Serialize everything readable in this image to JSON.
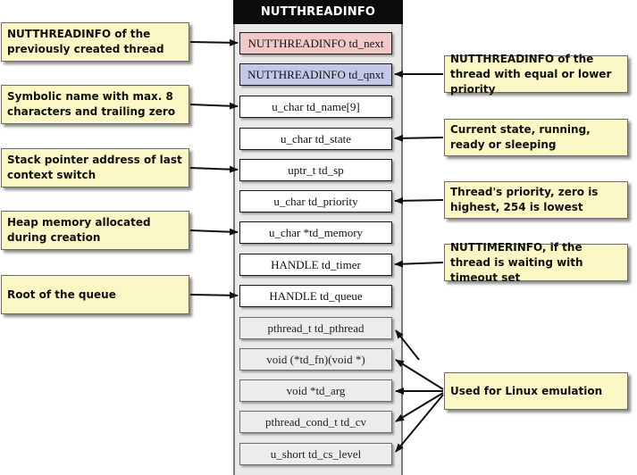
{
  "title": "NUTTHREADINFO",
  "fields": [
    {
      "label": "NUTTHREADINFO td_next",
      "style": "pink"
    },
    {
      "label": "NUTTHREADINFO td_qnxt",
      "style": "blue"
    },
    {
      "label": "u_char td_name[9]",
      "style": "white"
    },
    {
      "label": "u_char td_state",
      "style": "white"
    },
    {
      "label": "uptr_t td_sp",
      "style": "white"
    },
    {
      "label": "u_char td_priority",
      "style": "white"
    },
    {
      "label": "u_char *td_memory",
      "style": "white"
    },
    {
      "label": "HANDLE td_timer",
      "style": "white"
    },
    {
      "label": "HANDLE td_queue",
      "style": "white"
    },
    {
      "label": "pthread_t td_pthread",
      "style": "gray"
    },
    {
      "label": "void (*td_fn)(void *)",
      "style": "gray"
    },
    {
      "label": "void *td_arg",
      "style": "gray"
    },
    {
      "label": "pthread_cond_t td_cv",
      "style": "gray"
    },
    {
      "label": "u_short td_cs_level",
      "style": "gray"
    }
  ],
  "notes": {
    "td_next": "NUTTHREADINFO of the previously created thread",
    "td_qnxt": "NUTTHREADINFO of the thread with equal or lower priority",
    "td_name": "Symbolic name with max. 8 characters and trailing zero",
    "td_state": "Current state, running, ready or sleeping",
    "td_sp": "Stack pointer address of last context switch",
    "td_priority": "Thread's priority, zero is highest, 254 is lowest",
    "td_memory": "Heap memory allocated during creation",
    "td_timer": "NUTTIMERINFO, if the thread is waiting with timeout set",
    "td_queue": "Root of the queue",
    "linux": "Used for Linux emulation"
  },
  "colors": {
    "note_fill": "#fbf8c6",
    "next_field_fill": "#f3c8c8",
    "qnxt_field_fill": "#c2c8e8",
    "panel_fill": "#e9e9e9",
    "header_fill": "#0c0c0c"
  }
}
